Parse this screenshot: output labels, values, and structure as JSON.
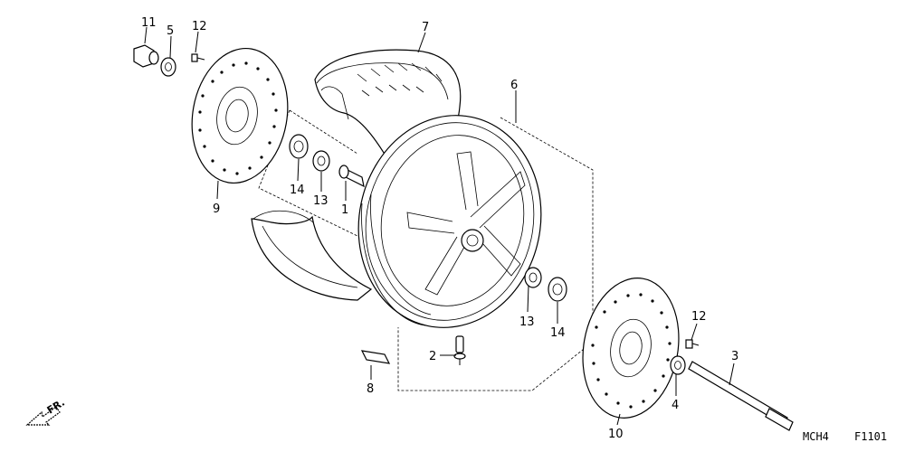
{
  "callouts": [
    "1",
    "2",
    "3",
    "4",
    "5",
    "6",
    "7",
    "8",
    "9",
    "10",
    "11",
    "12",
    "12",
    "13",
    "13",
    "14",
    "14"
  ],
  "figure_code": "MCH4",
  "figure_number": "F1101",
  "direction_label": "FR."
}
